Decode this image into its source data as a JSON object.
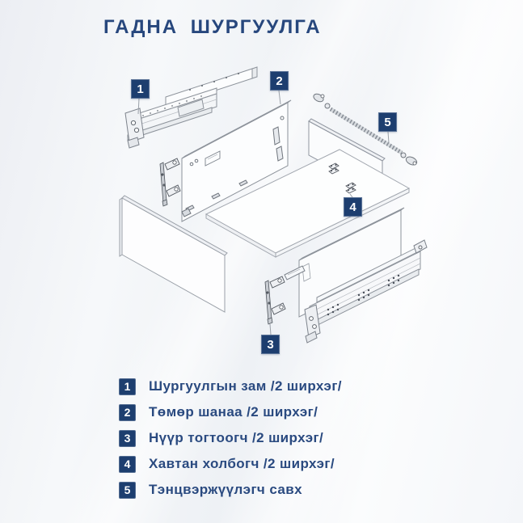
{
  "page": {
    "title": "ГАДНА ШУРГУУЛГА"
  },
  "colors": {
    "badge_navy": "#1d3e6f",
    "text_navy": "#2a4a80",
    "diagram_line": "#8d939b"
  },
  "diagram": {
    "callouts": [
      {
        "num": "1"
      },
      {
        "num": "2"
      },
      {
        "num": "3"
      },
      {
        "num": "4"
      },
      {
        "num": "5"
      }
    ]
  },
  "legend": {
    "items": [
      {
        "num": "1",
        "label": "Шургуулгын зам /2 ширхэг/"
      },
      {
        "num": "2",
        "label": "Төмөр шанаа /2 ширхэг/"
      },
      {
        "num": "3",
        "label": "Нүүр тогтоогч /2 ширхэг/"
      },
      {
        "num": "4",
        "label": "Хавтан холбогч /2 ширхэг/"
      },
      {
        "num": "5",
        "label": "Тэнцвэржүүлэгч савх"
      }
    ]
  }
}
